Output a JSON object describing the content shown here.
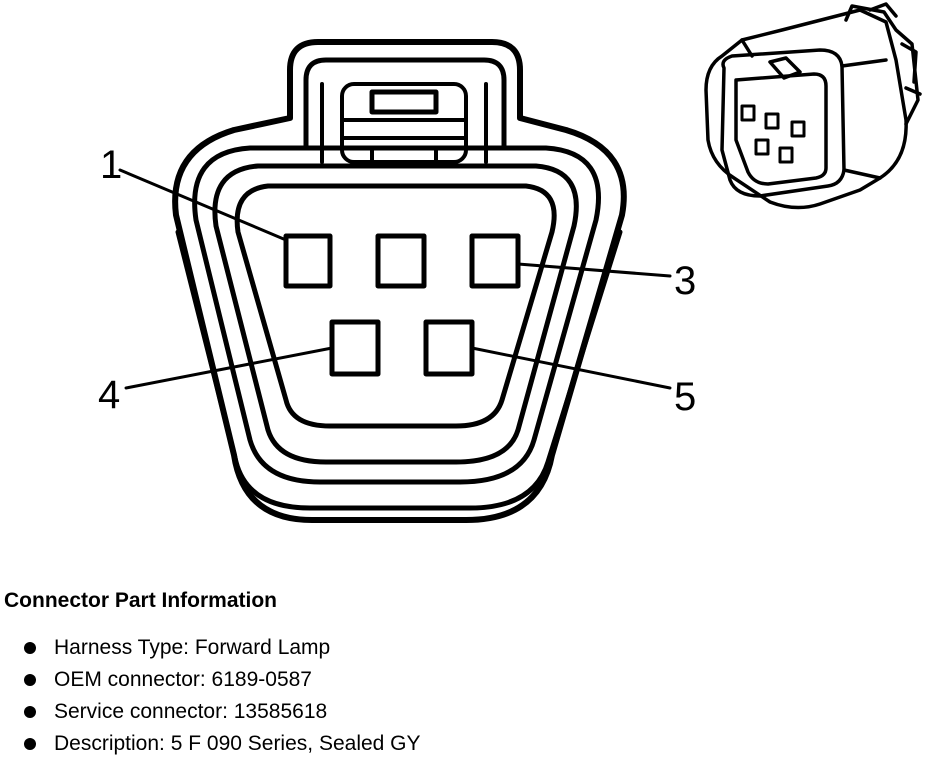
{
  "diagram": {
    "pins": [
      {
        "label": "1"
      },
      {
        "label": "3"
      },
      {
        "label": "4"
      },
      {
        "label": "5"
      }
    ]
  },
  "info": {
    "title": "Connector Part Information",
    "items": [
      {
        "text": "Harness Type: Forward Lamp"
      },
      {
        "text": "OEM connector: 6189-0587"
      },
      {
        "text": "Service connector: 13585618"
      },
      {
        "text": "Description: 5 F 090 Series, Sealed GY"
      }
    ]
  }
}
